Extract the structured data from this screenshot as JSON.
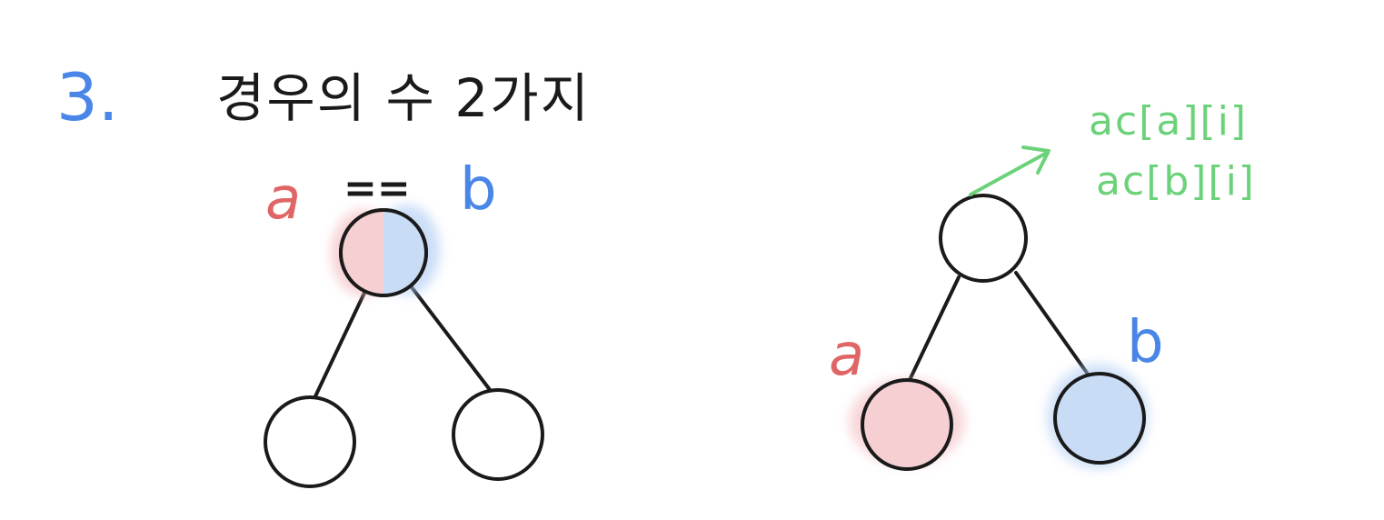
{
  "header": {
    "step_number": "3.",
    "title": "경우의 수 2가지"
  },
  "case_same_node": {
    "label_a": "a",
    "operator": "==",
    "label_b": "b"
  },
  "case_split": {
    "label_a": "a",
    "label_b": "b",
    "ancestor_expressions": [
      "ac[a][i]",
      "ac[b][i]"
    ]
  },
  "colors": {
    "a": "#e06666",
    "b": "#4a86e8",
    "highlight_green": "#6cd27a",
    "stroke": "#1a1a1a"
  }
}
